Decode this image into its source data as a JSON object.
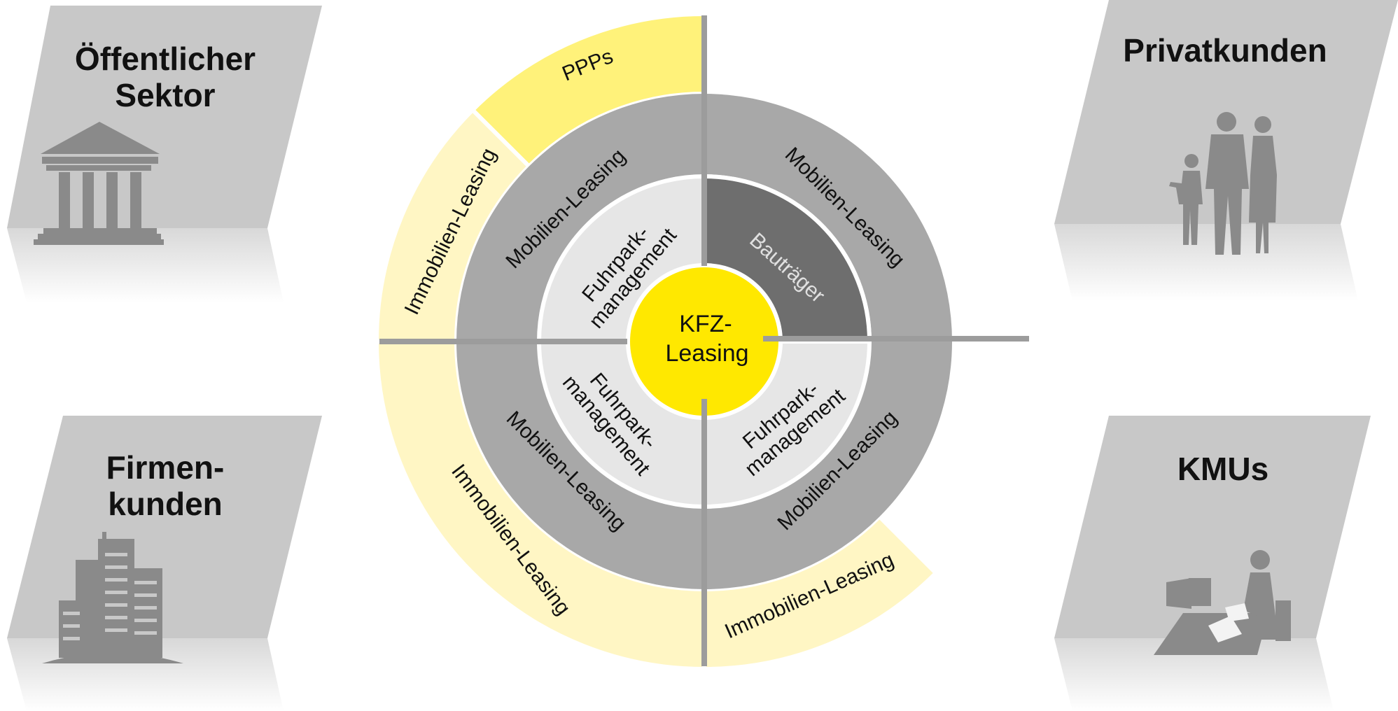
{
  "corners": {
    "top_left": {
      "line1": "Öffentlicher",
      "line2": "Sektor"
    },
    "top_right": {
      "line1": "Privatkunden"
    },
    "bottom_left": {
      "line1": "Firmen-",
      "line2": "kunden"
    },
    "bottom_right": {
      "line1": "KMUs"
    }
  },
  "center": {
    "line1": "KFZ-",
    "line2": "Leasing"
  },
  "ring_labels": {
    "ppps": "PPPs",
    "immobilien_top_left": "Immobilien-Leasing",
    "immobilien_bottom_left": "Immobilien-Leasing",
    "immobilien_bottom_right": "Immobilien-Leasing",
    "mobilien_top_left": "Mobilien-Leasing",
    "mobilien_top_right": "Mobilien-Leasing",
    "mobilien_bottom_left": "Mobilien-Leasing",
    "mobilien_bottom_right": "Mobilien-Leasing",
    "fuhrpark_top_left": {
      "line1": "Fuhrpark-",
      "line2": "management"
    },
    "fuhrpark_bottom_left": {
      "line1": "Fuhrpark-",
      "line2": "management"
    },
    "fuhrpark_bottom_right": {
      "line1": "Fuhrpark-",
      "line2": "management"
    },
    "bautraeger": "Bauträger"
  },
  "colors": {
    "panel_gray": "#c8c8c8",
    "ring_mid_gray": "#a8a8a8",
    "ring_inner_light": "#e6e6e6",
    "bautraeger_dark": "#6e6e6e",
    "yellow_strong": "#fff27a",
    "yellow_light": "#fff6c4",
    "center_yellow": "#ffe800",
    "axis_gray": "#9c9c9c",
    "icon_gray": "#8a8a8a"
  },
  "icons": [
    "building-columns-icon",
    "family-icon",
    "office-buildings-icon",
    "person-at-desk-icon"
  ]
}
